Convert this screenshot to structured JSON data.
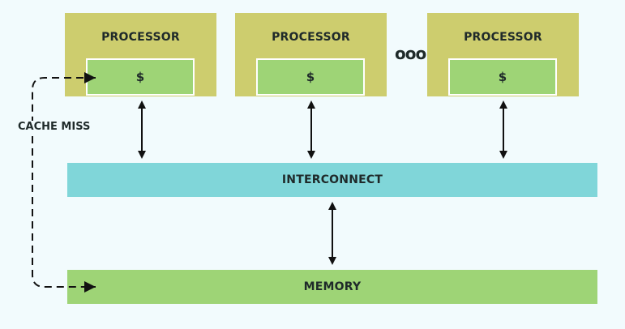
{
  "processors": [
    {
      "label": "PROCESSOR",
      "cache": "$"
    },
    {
      "label": "PROCESSOR",
      "cache": "$"
    },
    {
      "label": "PROCESSOR",
      "cache": "$"
    }
  ],
  "ellipsis": "ooo",
  "interconnect": "INTERCONNECT",
  "memory": "MEMORY",
  "cache_miss": "CACHE MISS",
  "colors": {
    "processor": "#cdcd6e",
    "cache": "#9ed476",
    "interconnect": "#80d6d9",
    "memory": "#9ed476",
    "background": "#f2fbfd"
  }
}
